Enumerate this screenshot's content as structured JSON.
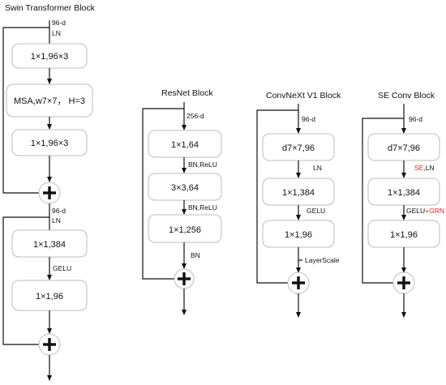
{
  "swin": {
    "title": "Swin Transformer Block",
    "dim1": "96-d",
    "ln1": "LN",
    "box1": "1×1,96×3",
    "box2": "MSA,w7×7，  H=3",
    "box3": "1×1,96×3",
    "dim2": "96-d",
    "ln2": "LN",
    "box4": "1×1,384",
    "act": "GELU",
    "box5": "1×1,96"
  },
  "resnet": {
    "title": "ResNet Block",
    "dim": "256-d",
    "box1": "1×1,64",
    "lbl1": "BN,ReLU",
    "box2": "3×3,64",
    "lbl2": "BN,ReLU",
    "box3": "1×1,256",
    "lbl3": "BN"
  },
  "convnext": {
    "title": "ConvNeXt V1 Block",
    "dim": "96-d",
    "box1": "d7×7,96",
    "lbl1": "LN",
    "box2": "1×1,384",
    "lbl2": "GELU",
    "box3": "1×1,96",
    "lbl3": "LayerScale"
  },
  "se": {
    "title": "SE Conv  Block",
    "dim": "96-d",
    "box1": "d7×7,96",
    "lbl1_red": "SE",
    "lbl1_black": ",LN",
    "box2": "1×1,384",
    "lbl2_black": "GELU",
    "lbl2_red": "+GRN",
    "box3": "1×1,96"
  },
  "colors": {
    "highlight": "#e8202a",
    "box_border": "#bdbdbd",
    "line": "#111111"
  }
}
